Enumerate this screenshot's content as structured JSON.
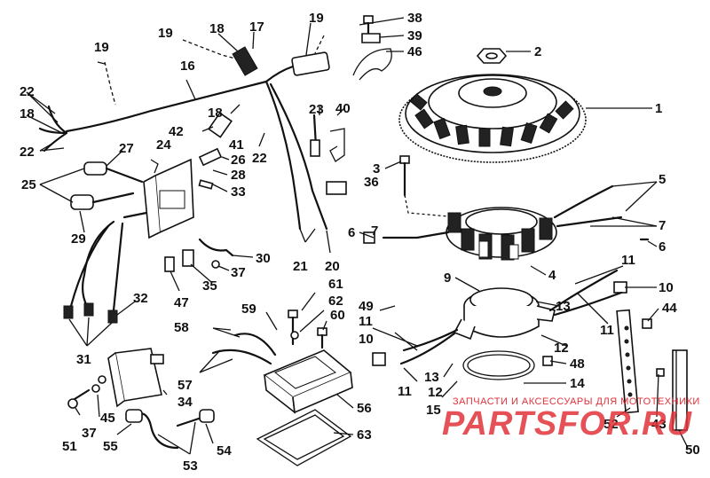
{
  "diagram": {
    "labels": {
      "l1": "1",
      "l2": "2",
      "l3": "3",
      "l4": "4",
      "l5": "5",
      "l6a": "6",
      "l6b": "6",
      "l7a": "7",
      "l7b": "7",
      "l9": "9",
      "l10a": "10",
      "l10b": "10",
      "l11a": "11",
      "l11b": "11",
      "l11c": "11",
      "l11d": "11",
      "l12a": "12",
      "l12b": "12",
      "l13a": "13",
      "l13b": "13",
      "l14": "14",
      "l15": "15",
      "l16": "16",
      "l17": "17",
      "l18a": "18",
      "l18b": "18",
      "l18c": "18",
      "l19a": "19",
      "l19b": "19",
      "l19c": "19",
      "l20": "20",
      "l21": "21",
      "l22a": "22",
      "l22b": "22",
      "l22c": "22",
      "l23": "23",
      "l24": "24",
      "l25": "25",
      "l26": "26",
      "l27": "27",
      "l28": "28",
      "l29": "29",
      "l30": "30",
      "l31": "31",
      "l32": "32",
      "l33": "33",
      "l34": "34",
      "l35": "35",
      "l36": "36",
      "l37a": "37",
      "l37b": "37",
      "l38": "38",
      "l39": "39",
      "l40": "40",
      "l41": "41",
      "l42": "42",
      "l43": "43",
      "l44": "44",
      "l45": "45",
      "l46": "46",
      "l47": "47",
      "l48": "48",
      "l49": "49",
      "l50": "50",
      "l51": "51",
      "l52": "52",
      "l53": "53",
      "l54": "54",
      "l55": "55",
      "l56": "56",
      "l57": "57",
      "l58": "58",
      "l59": "59",
      "l60": "60",
      "l61": "61",
      "l62": "62",
      "l63": "63"
    }
  },
  "watermark": {
    "caption": "ЗАПЧАСТИ И АКСЕССУАРЫ ДЛЯ МОТОТЕХНИКИ",
    "logo": "PARTSFOR.RU",
    "color": "#e0323a"
  }
}
